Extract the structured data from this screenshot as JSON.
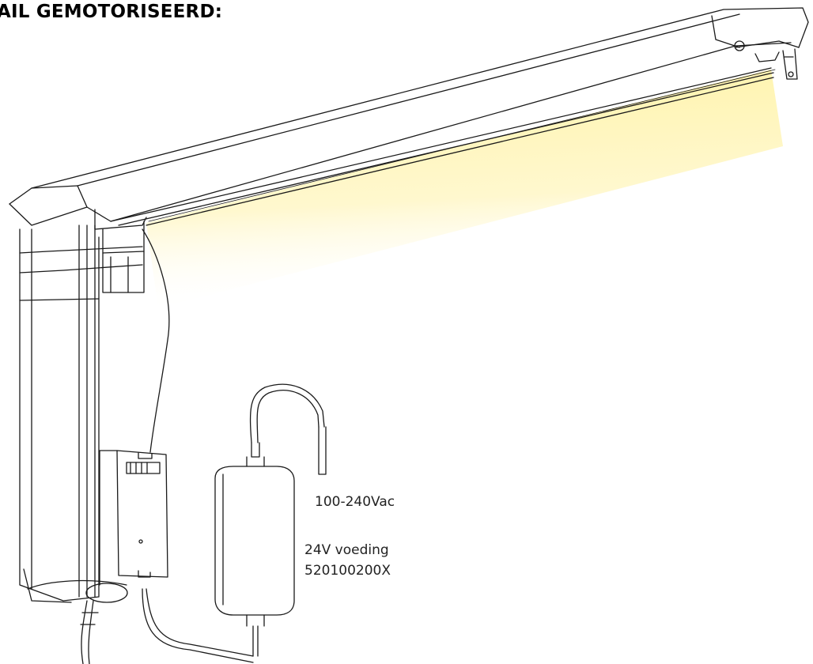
{
  "title": "AIL GEMOTORISEERD:",
  "labels": {
    "input_voltage": "100-240Vac",
    "power_supply_name": "24V voeding",
    "power_supply_code": "520100200X"
  },
  "colors": {
    "line": "#1a1a1a",
    "led_glow": "#fff3a6",
    "background": "#ffffff"
  }
}
